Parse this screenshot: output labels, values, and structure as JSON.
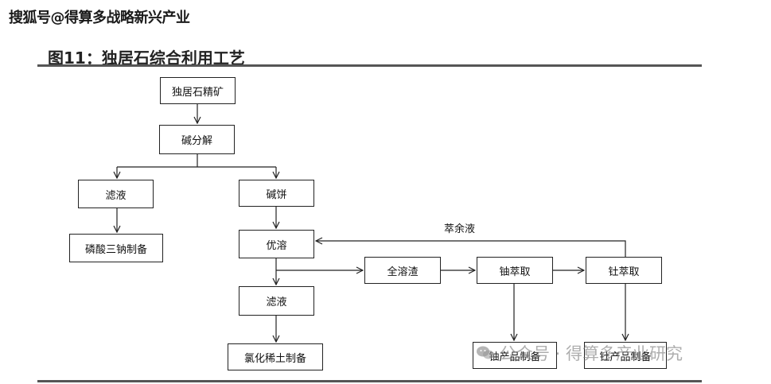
{
  "header": {
    "source": "搜狐号@得算多战略新兴产业",
    "figure_title": "图11：独居石综合利用工艺"
  },
  "flowchart": {
    "nodes": {
      "concentrate": "独居石精矿",
      "alkali_decomposition": "碱分解",
      "filtrate_1": "滤液",
      "alkali_cake": "碱饼",
      "trisodium_phosphate": "磷酸三钠制备",
      "optimal_dissolution": "优溶",
      "total_dissolution_residue": "全溶渣",
      "uranium_extraction": "铀萃取",
      "thorium_extraction": "钍萃取",
      "filtrate_2": "滤液",
      "rare_earth_chloride": "氯化稀土制备",
      "uranium_product": "铀产品制备",
      "thorium_product": "钍产品制备"
    },
    "edge_labels": {
      "raffinate": "萃余液"
    }
  },
  "watermark": {
    "text": "公众号 · 得算多产业研究",
    "icon": "wechat-icon"
  }
}
